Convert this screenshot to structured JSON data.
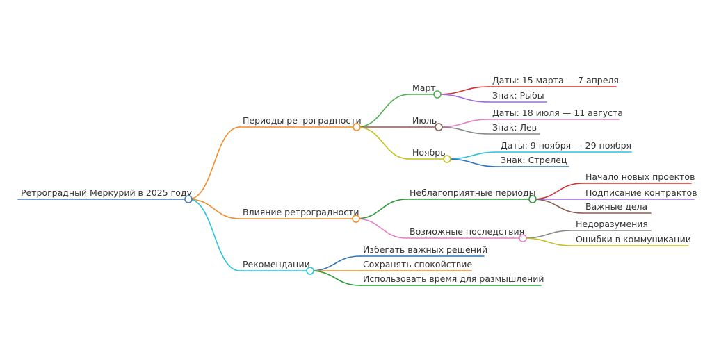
{
  "root": {
    "label": "Ретроградный Меркурий в 2025 году",
    "color": "#4a7bb7",
    "children": [
      {
        "label": "Периоды ретроградности",
        "color": "#f28c28",
        "children": [
          {
            "label": "Март",
            "color": "#4caf50",
            "children": [
              {
                "label": "Даты: 15 марта — 7 апреля",
                "color": "#d32f2f"
              },
              {
                "label": "Знак: Рыбы",
                "color": "#9c6ade"
              }
            ]
          },
          {
            "label": "Июль",
            "color": "#8d5a4e",
            "children": [
              {
                "label": "Даты: 18 июля — 11 августа",
                "color": "#e77fc7"
              },
              {
                "label": "Знак: Лев",
                "color": "#888888"
              }
            ]
          },
          {
            "label": "Ноябрь",
            "color": "#c4c21f",
            "children": [
              {
                "label": "Даты: 9 ноября — 29 ноября",
                "color": "#26c6da"
              },
              {
                "label": "Знак: Стрелец",
                "color": "#2f74b5"
              }
            ]
          }
        ]
      },
      {
        "label": "Влияние ретроградности",
        "color": "#f28c28",
        "children": [
          {
            "label": "Неблагоприятные периоды",
            "color": "#2e9a3a",
            "children": [
              {
                "label": "Начало новых проектов",
                "color": "#d32f2f"
              },
              {
                "label": "Подписание контрактов",
                "color": "#9c6ade"
              },
              {
                "label": "Важные дела",
                "color": "#8d5a4e"
              }
            ]
          },
          {
            "label": "Возможные последствия",
            "color": "#e77fc7",
            "children": [
              {
                "label": "Недоразумения",
                "color": "#888888"
              },
              {
                "label": "Ошибки в коммуникации",
                "color": "#c4c21f"
              }
            ]
          }
        ]
      },
      {
        "label": "Рекомендации",
        "color": "#26c6da",
        "children": [
          {
            "label": "Избегать важных решений",
            "color": "#2f74b5"
          },
          {
            "label": "Сохранять спокойствие",
            "color": "#f28c28"
          },
          {
            "label": "Использовать время для размышлений",
            "color": "#2e9a3a"
          }
        ]
      }
    ]
  }
}
